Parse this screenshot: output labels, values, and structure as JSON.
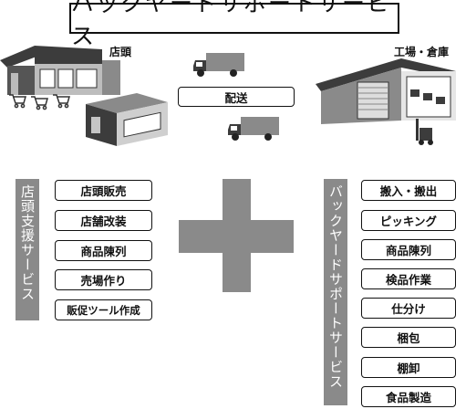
{
  "title": "バックヤードサポートサービス",
  "top": {
    "store_label": "店頭",
    "factory_label": "工場・倉庫",
    "delivery_label": "配送"
  },
  "left_panel": {
    "vertical_label": "店頭支援サービス",
    "items": [
      "店頭販売",
      "店舗改装",
      "商品陳列",
      "売場作り",
      "販促ツール作成"
    ]
  },
  "right_panel": {
    "vertical_label": "バックヤードサポートサービス",
    "items": [
      "搬入・搬出",
      "ピッキング",
      "商品陳列",
      "検品作業",
      "仕分け",
      "梱包",
      "棚卸",
      "食品製造"
    ]
  },
  "colors": {
    "accent_gray": "#8a8a8a",
    "dark": "#3c3c3c",
    "line": "#111111"
  }
}
